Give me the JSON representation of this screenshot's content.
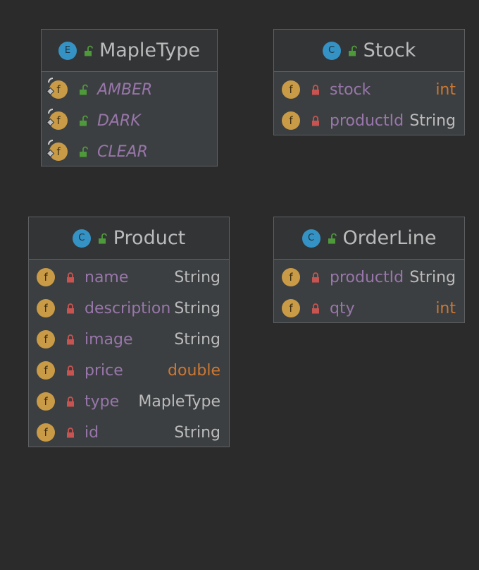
{
  "diagram": {
    "classes": [
      {
        "id": "mapletype",
        "kind": "enum",
        "kind_letter": "E",
        "name": "MapleType",
        "fields": [
          {
            "name": "AMBER",
            "type": "",
            "visibility": "public",
            "static": true
          },
          {
            "name": "DARK",
            "type": "",
            "visibility": "public",
            "static": true
          },
          {
            "name": "CLEAR",
            "type": "",
            "visibility": "public",
            "static": true
          }
        ]
      },
      {
        "id": "stock",
        "kind": "class",
        "kind_letter": "C",
        "name": "Stock",
        "fields": [
          {
            "name": "stock",
            "type": "int",
            "visibility": "private"
          },
          {
            "name": "productId",
            "type": "String",
            "visibility": "private"
          }
        ]
      },
      {
        "id": "product",
        "kind": "class",
        "kind_letter": "C",
        "name": "Product",
        "fields": [
          {
            "name": "name",
            "type": "String",
            "visibility": "private"
          },
          {
            "name": "description",
            "type": "String",
            "visibility": "private"
          },
          {
            "name": "image",
            "type": "String",
            "visibility": "private"
          },
          {
            "name": "price",
            "type": "double",
            "visibility": "private"
          },
          {
            "name": "type",
            "type": "MapleType",
            "visibility": "private"
          },
          {
            "name": "id",
            "type": "String",
            "visibility": "private"
          }
        ]
      },
      {
        "id": "orderline",
        "kind": "class",
        "kind_letter": "C",
        "name": "OrderLine",
        "fields": [
          {
            "name": "productId",
            "type": "String",
            "visibility": "private"
          },
          {
            "name": "qty",
            "type": "int",
            "visibility": "private"
          }
        ]
      }
    ],
    "field_badge_letter": "f",
    "primitive_types": [
      "int",
      "double"
    ],
    "icons": {
      "public": "unlocked-icon",
      "private": "locked-icon",
      "static": "static-pin-icon"
    },
    "colors": {
      "background": "#2b2b2b",
      "card": "#3c3f41",
      "header": "#323436",
      "border": "#5e6062",
      "class_badge": "#3592c4",
      "field_badge": "#c99b47",
      "field_name": "#9876aa",
      "primitive_type": "#cc7832",
      "text": "#bbbbbb",
      "public_lock": "#4e9a3a",
      "private_lock": "#c75450"
    }
  }
}
